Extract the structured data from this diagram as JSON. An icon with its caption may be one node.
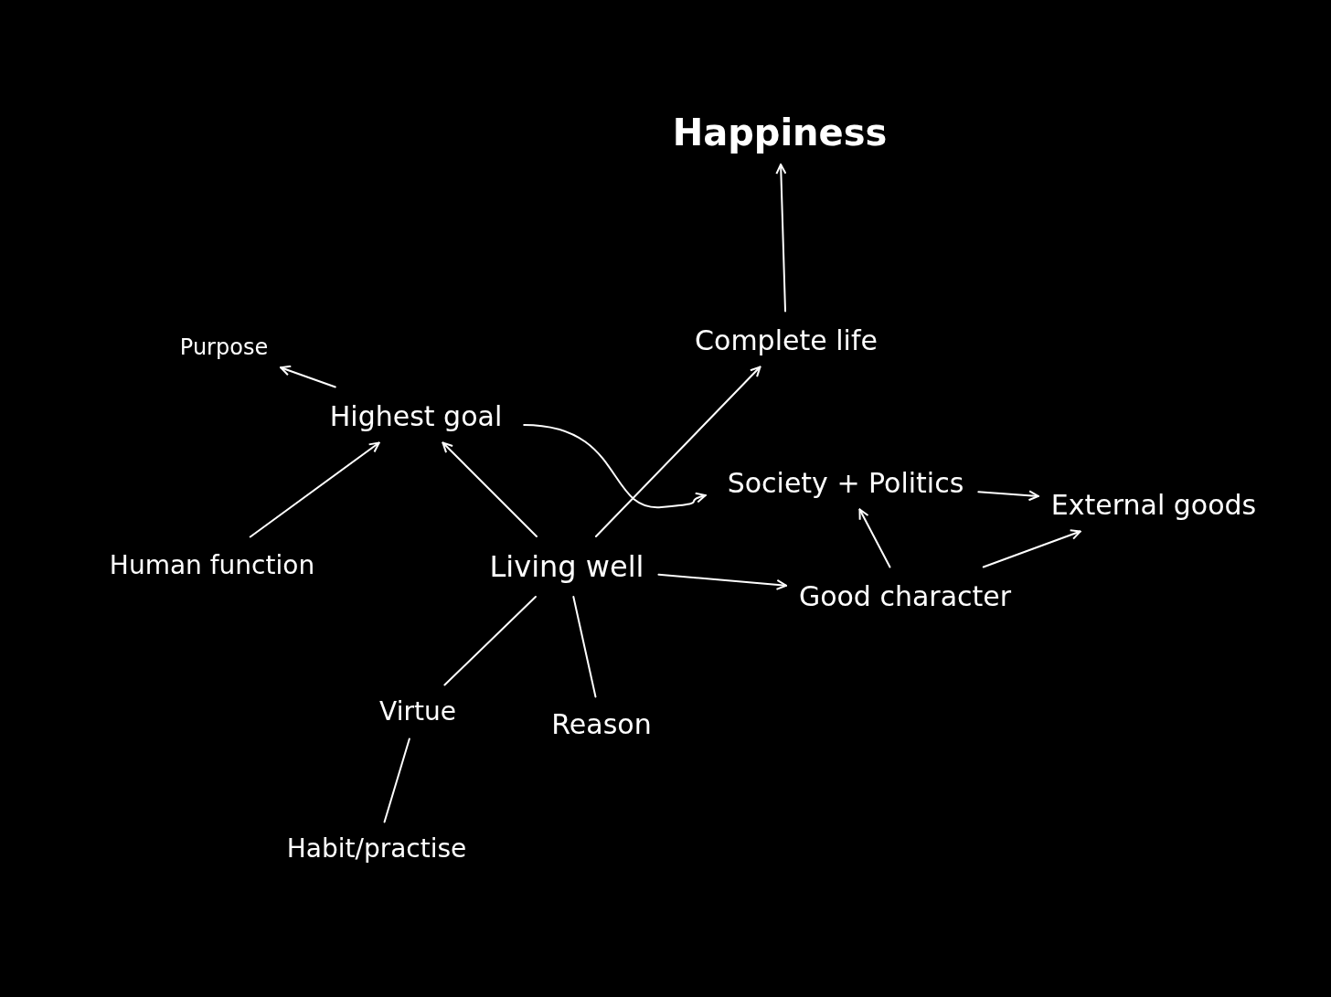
{
  "diagram": {
    "nodes": [
      {
        "text": [
          "Happiness"
        ]
      },
      {
        "text": [
          "Purpose"
        ]
      },
      {
        "text": [
          "Complete life"
        ]
      },
      {
        "text": [
          "Highest goal"
        ]
      },
      {
        "text": [
          "Society + Politics"
        ]
      },
      {
        "text": [
          "External goods"
        ]
      },
      {
        "text": [
          "Human function"
        ]
      },
      {
        "text": [
          "Living well"
        ]
      },
      {
        "text": [
          "Good character"
        ]
      },
      {
        "text": [
          "Virtue"
        ]
      },
      {
        "text": [
          "Reason"
        ]
      },
      {
        "text": [
          "Habit/practise"
        ]
      }
    ],
    "edges": [
      {
        "from": 2,
        "to": 0,
        "arrow": "to"
      },
      {
        "from": 3,
        "to": 1,
        "arrow": "to"
      },
      {
        "from": 6,
        "to": 3,
        "arrow": "to"
      },
      {
        "from": 7,
        "to": 3,
        "arrow": "to"
      },
      {
        "from": 7,
        "to": 2,
        "arrow": "to"
      },
      {
        "from": 3,
        "to": 4,
        "arrow": "to"
      },
      {
        "from": 4,
        "to": 5,
        "arrow": "to"
      },
      {
        "from": 8,
        "to": 4,
        "arrow": "to"
      },
      {
        "from": 8,
        "to": 5,
        "arrow": "to"
      },
      {
        "from": 7,
        "to": 8,
        "arrow": "to"
      },
      {
        "from": 7,
        "to": 9,
        "arrow": "none"
      },
      {
        "from": 7,
        "to": 10,
        "arrow": "none"
      },
      {
        "from": 9,
        "to": 11,
        "arrow": "none"
      }
    ]
  }
}
